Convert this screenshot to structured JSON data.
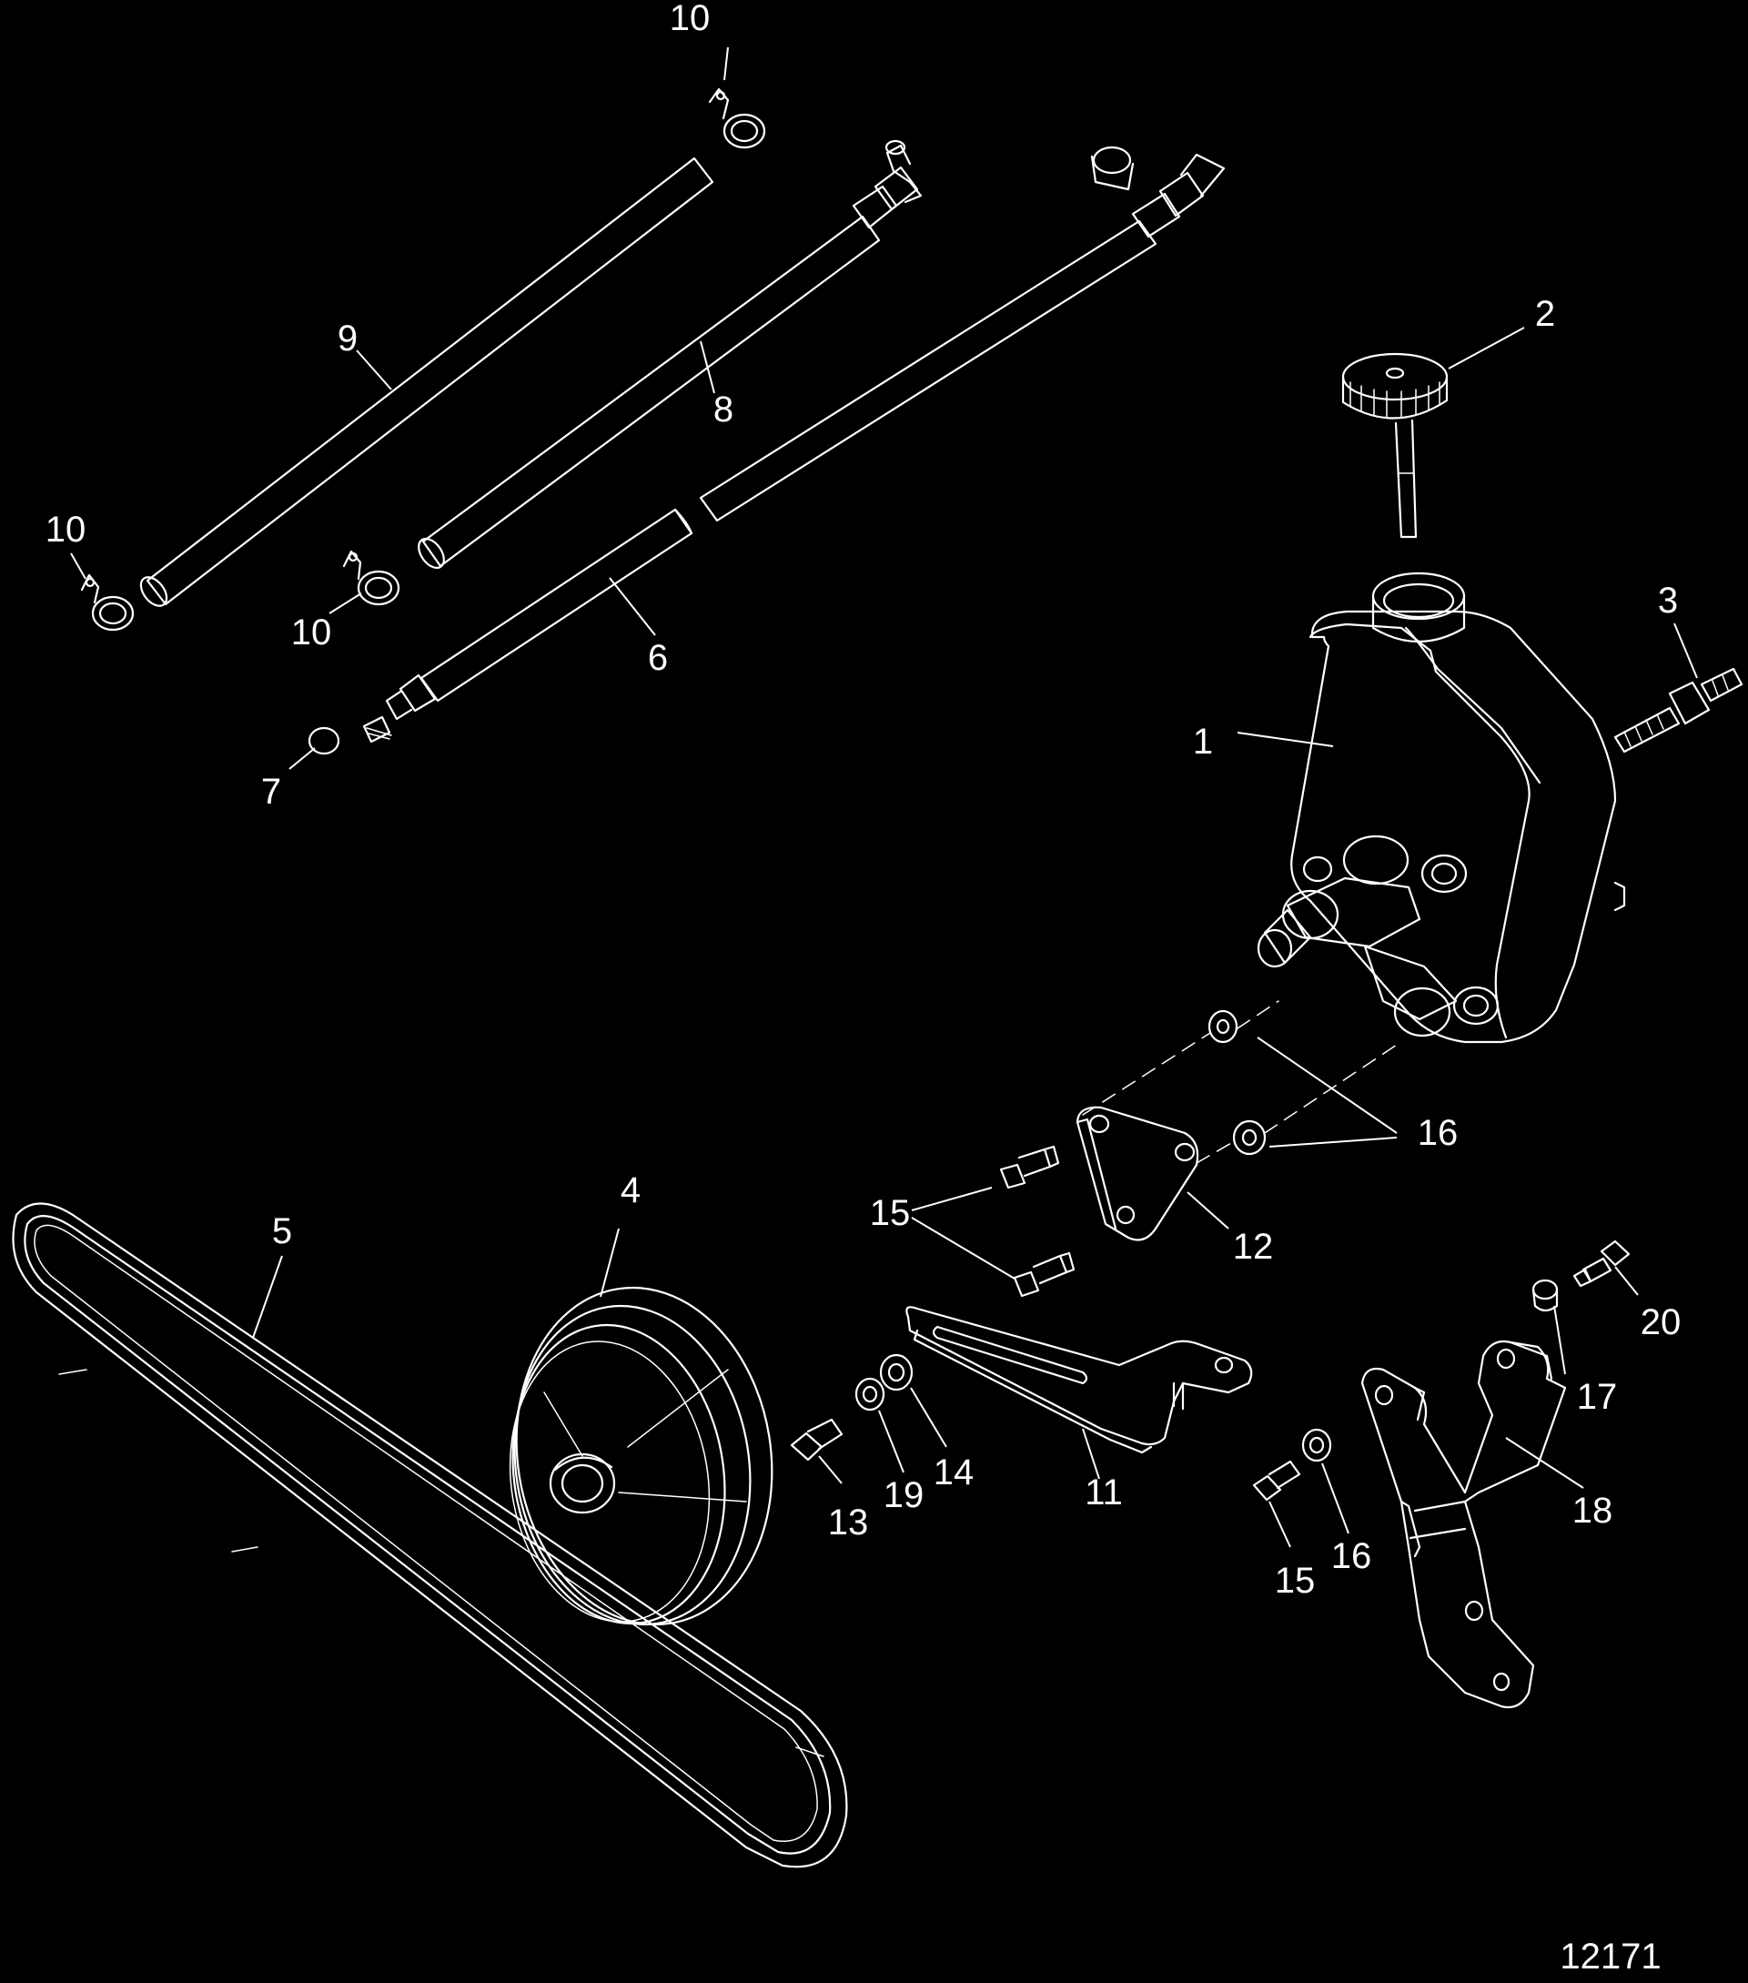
{
  "figure_number": "12171",
  "callouts": [
    {
      "id": "c1",
      "text": "1"
    },
    {
      "id": "c2",
      "text": "2"
    },
    {
      "id": "c3",
      "text": "3"
    },
    {
      "id": "c4",
      "text": "4"
    },
    {
      "id": "c5",
      "text": "5"
    },
    {
      "id": "c6",
      "text": "6"
    },
    {
      "id": "c7",
      "text": "7"
    },
    {
      "id": "c8",
      "text": "8"
    },
    {
      "id": "c9",
      "text": "9"
    },
    {
      "id": "c10a",
      "text": "10"
    },
    {
      "id": "c10b",
      "text": "10"
    },
    {
      "id": "c10c",
      "text": "10"
    },
    {
      "id": "c11",
      "text": "11"
    },
    {
      "id": "c12",
      "text": "12"
    },
    {
      "id": "c13",
      "text": "13"
    },
    {
      "id": "c14",
      "text": "14"
    },
    {
      "id": "c15a",
      "text": "15"
    },
    {
      "id": "c15b",
      "text": "15"
    },
    {
      "id": "c16a",
      "text": "16"
    },
    {
      "id": "c16b",
      "text": "16"
    },
    {
      "id": "c17",
      "text": "17"
    },
    {
      "id": "c18",
      "text": "18"
    },
    {
      "id": "c19",
      "text": "19"
    },
    {
      "id": "c20",
      "text": "20"
    }
  ]
}
